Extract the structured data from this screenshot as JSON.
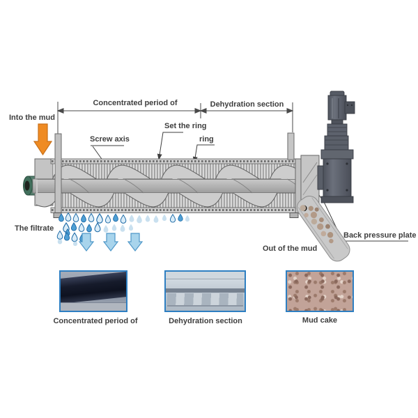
{
  "labels": {
    "into_the_mud": "Into the mud",
    "concentrated_period": "Concentrated period of",
    "dehydration_section": "Dehydration section",
    "set_the_ring": "Set the ring",
    "screw_axis": "Screw axis",
    "ring": "ring",
    "the_filtrate": "The filtrate",
    "out_of_the_mud": "Out of the mud",
    "back_pressure_plate": "Back pressure plate"
  },
  "photos": [
    {
      "caption": "Concentrated period of"
    },
    {
      "caption": "Dehydration section"
    },
    {
      "caption": "Mud cake"
    }
  ],
  "colors": {
    "inflow_arrow": "#ef8b23",
    "filtrate_arrow_fill": "#a8d4ec",
    "filtrate_arrow_stroke": "#4e97c8",
    "water_drop_stroke": "#1d6aa6",
    "photo_border": "#2e7fc2",
    "machine_gray": "#c9c9c9",
    "motor_gray": "#5d626d",
    "bearing_green": "#4a7f68",
    "mud_cake": "#c2a398",
    "label_text": "#3e3e3e"
  }
}
